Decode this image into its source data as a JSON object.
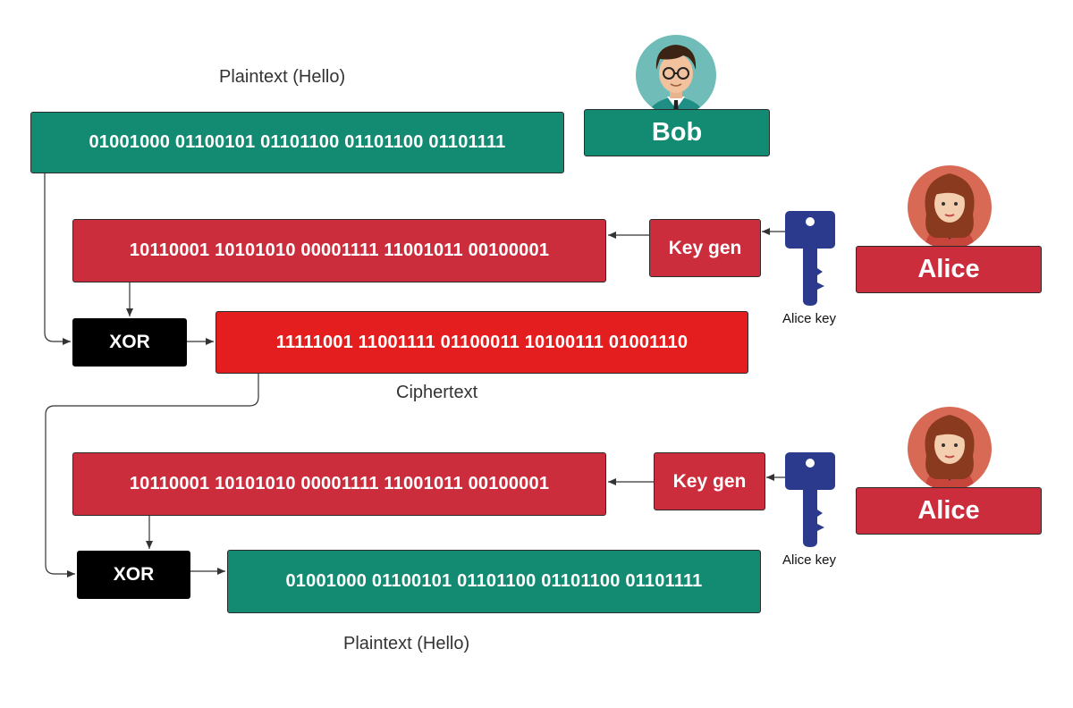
{
  "encryption": {
    "plaintext_label": "Plaintext (Hello)",
    "plaintext_bits": "01001000 01100101 01101100 01101100 01101111",
    "key_bits": "10110001 10101010 00001111 11001011 00100001",
    "keygen_label": "Key gen",
    "key_caption": "Alice key",
    "xor_label": "XOR",
    "ciphertext_bits": "11111001 11001111 01100011 10100111 01001110",
    "ciphertext_label": "Ciphertext"
  },
  "decryption": {
    "key_bits": "10110001 10101010 00001111 11001011 00100001",
    "keygen_label": "Key gen",
    "key_caption": "Alice key",
    "xor_label": "XOR",
    "plaintext_bits": "01001000 01100101 01101100 01101100 01101111",
    "plaintext_label": "Plaintext (Hello)"
  },
  "people": {
    "bob": "Bob",
    "alice_top": "Alice",
    "alice_bottom": "Alice"
  },
  "colors": {
    "plaintext": "#138a72",
    "key": "#cc2d3d",
    "ciphertext": "#e41e1e",
    "xor": "#000000",
    "key_icon": "#2b3a8c"
  }
}
